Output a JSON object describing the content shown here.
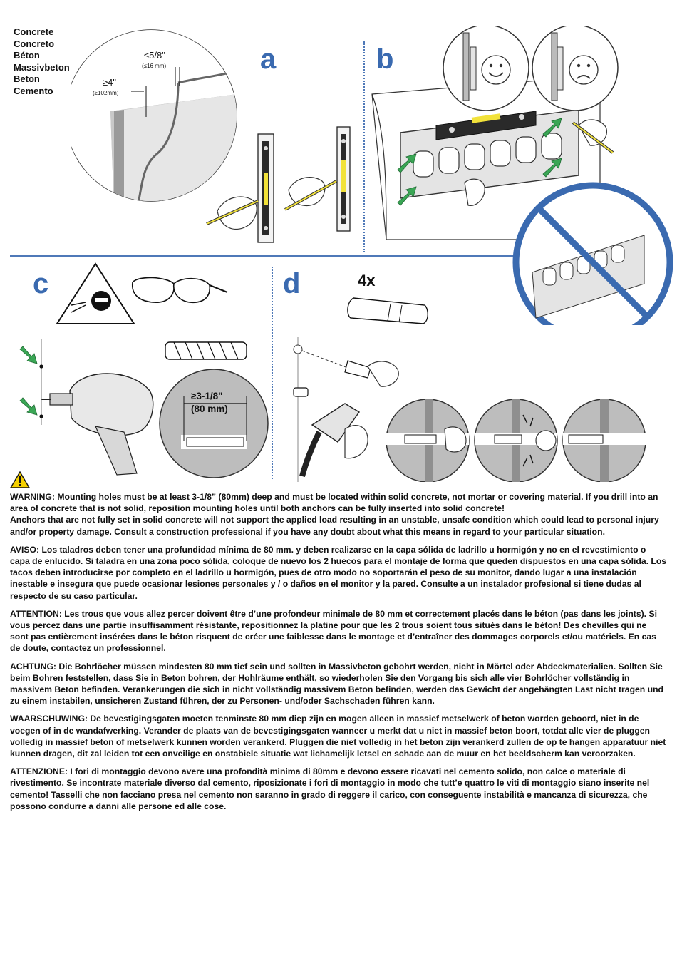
{
  "materials": [
    "Concrete",
    "Concreto",
    "Béton",
    "Massivbeton",
    "Beton",
    "Cemento"
  ],
  "steps": {
    "a": "a",
    "b": "b",
    "c": "c",
    "d": "d"
  },
  "dimensions": {
    "max_gap": "≤5/8\"",
    "max_gap_metric": "(≤16 mm)",
    "min_thickness": "≥4\"",
    "min_thickness_metric": "(≥102mm)",
    "drill_depth": "≥3-1/8\"",
    "drill_depth_metric": "(80 mm)"
  },
  "anchor_quantity": "4x",
  "colors": {
    "accent_blue": "#3a6ab0",
    "arrow_green": "#3aa655",
    "no_sign_blue": "#3a6ab0",
    "level_yellow": "#f2e23a"
  },
  "warnings": [
    "WARNING: Mounting holes must be at least 3-1/8” (80mm) deep and must be located within solid concrete, not mortar or covering material.  If you drill into an area of concrete that is not solid, reposition mounting holes until both anchors can be fully inserted into solid concrete!\nAnchors that are not fully set in solid concrete will not support the applied load resulting in an unstable, unsafe condition which could lead to personal injury and/or property damage. Consult a construction professional if you have any doubt about what this means in regard to your particular situation.",
    "AVISO:  Los taladros deben tener una profundidad mínima de 80 mm. y deben realizarse en la capa sólida de ladrillo u hormigón y no en el revestimiento o capa de enlucido. Si taladra en una zona poco sólida, coloque de nuevo los 2 huecos para el montaje de forma que queden dispuestos en una capa sólida. Los tacos deben introducirse por completo en el ladrillo u hormigón, pues de otro modo no soportarán el peso de su monitor, dando lugar a una instalación inestable e insegura que puede ocasionar lesiones personales y / o daños en el monitor y la pared. Consulte a un instalador profesional si tiene dudas al respecto de su caso particular.",
    "ATTENTION: Les trous que vous allez percer doivent être d’une profondeur minimale de 80 mm et correctement placés dans le béton (pas dans les joints). Si vous percez dans une partie insuffisamment résistante, repositionnez la platine pour que les  2 trous soient tous situés dans le béton! Des chevilles qui ne sont pas entièrement insérées dans le béton risquent de créer une faiblesse dans le montage et d’entraîner des dommages corporels et/ou matériels. En cas de doute, contactez un professionnel.",
    "ACHTUNG: Die Bohrlöcher müssen mindesten 80 mm tief sein und sollten in Massivbeton gebohrt werden, nicht in Mörtel oder Abdeckmaterialien. Sollten Sie beim Bohren feststellen, dass Sie in Beton bohren, der Hohlräume enthält, so wiederholen Sie den Vorgang bis sich alle vier Bohrlöcher vollständig in massivem Beton befinden. Verankerungen die sich in nicht vollständig massivem Beton befinden, werden das Gewicht der angehängten Last  nicht tragen und zu einem  instabilen, unsicheren Zustand führen, der zu Personen- und/oder Sachschaden führen kann.",
    "WAARSCHUWING: De bevestigingsgaten moeten tenminste 80 mm diep zijn en mogen alleen in massief metselwerk of beton worden geboord, niet in de voegen of in de wandafwerking. Verander de plaats van de bevestigingsgaten wanneer u merkt dat u niet in massief beton boort, totdat alle vier de pluggen volledig in massief beton of metselwerk kunnen worden verankerd. Pluggen die niet volledig in het beton zijn verankerd zullen de op te hangen apparatuur niet kunnen dragen, dit zal leiden tot een onveilige en onstabiele situatie wat lichamelijk letsel en schade aan de muur en het beeldscherm kan veroorzaken.",
    "ATTENZIONE: I fori di montaggio devono avere una profondità minima di 80mm e devono essere ricavati nel cemento solido, non calce o materiale di rivestimento. Se incontrate materiale diverso dal cemento, riposizionate i fori di montaggio in modo che tutt’e quattro le viti di montaggio siano inserite nel cemento! Tasselli che non facciano presa nel cemento non saranno in grado di reggere il carico, con conseguente instabilità e mancanza di sicurezza, che possono condurre a danni alle persone ed alle cose."
  ]
}
